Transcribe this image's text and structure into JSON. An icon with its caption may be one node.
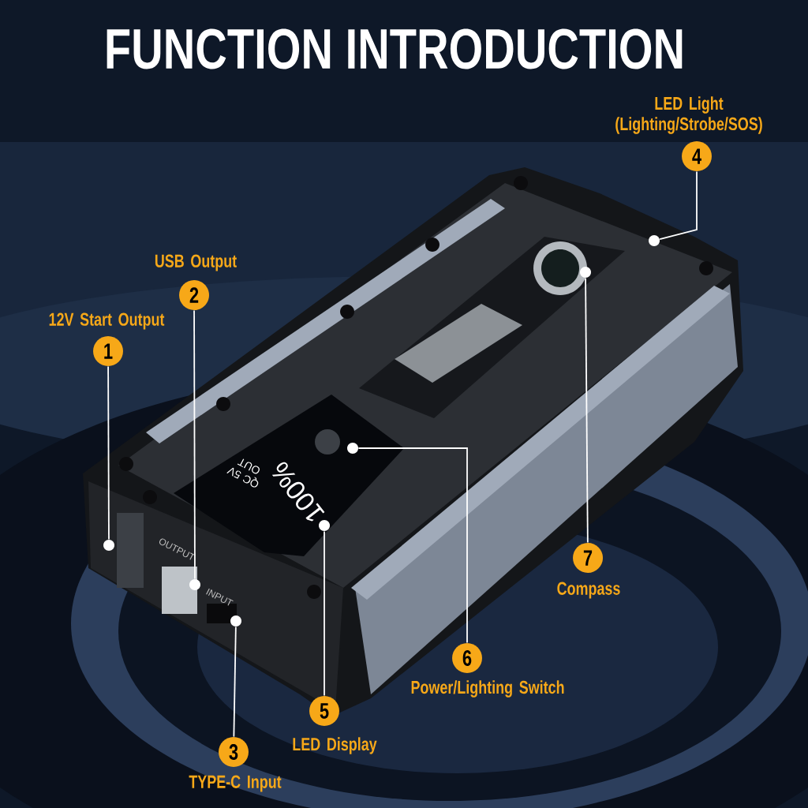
{
  "diagram": {
    "title": "FUNCTION INTRODUCTION",
    "nodes": [
      {
        "text": [
          "12V Start Output",
          "1"
        ]
      },
      {
        "text": [
          "USB Output",
          "2"
        ]
      },
      {
        "text": [
          "3",
          "TYPE-C Input"
        ]
      },
      {
        "text": [
          "LED Light (Lighting/Strobe/SOS)",
          "4"
        ]
      },
      {
        "text": [
          "5",
          "LED Display"
        ]
      },
      {
        "text": [
          "6",
          "Power/Lighting Switch"
        ]
      },
      {
        "text": [
          "7",
          "Compass"
        ]
      },
      {
        "text": [],
        "shape": "circle"
      },
      {
        "text": [],
        "shape": "circle"
      },
      {
        "text": [],
        "shape": "circle"
      },
      {
        "text": [],
        "shape": "circle"
      },
      {
        "text": [],
        "shape": "circle"
      },
      {
        "text": [],
        "shape": "circle"
      },
      {
        "text": [],
        "shape": "circle"
      }
    ],
    "edges": [
      {
        "from": 0,
        "to": 7,
        "arrow": "none"
      },
      {
        "from": 1,
        "to": 8,
        "arrow": "none"
      },
      {
        "from": 2,
        "to": 9,
        "arrow": "none"
      },
      {
        "from": 3,
        "to": 10,
        "arrow": "none"
      },
      {
        "from": 4,
        "to": 11,
        "arrow": "none"
      },
      {
        "from": 5,
        "to": 12,
        "arrow": "none"
      },
      {
        "from": 6,
        "to": 13,
        "arrow": "none"
      }
    ],
    "labels": [
      "OUTPUT",
      "INPUT",
      "QC 5V OUT",
      "100%"
    ]
  }
}
